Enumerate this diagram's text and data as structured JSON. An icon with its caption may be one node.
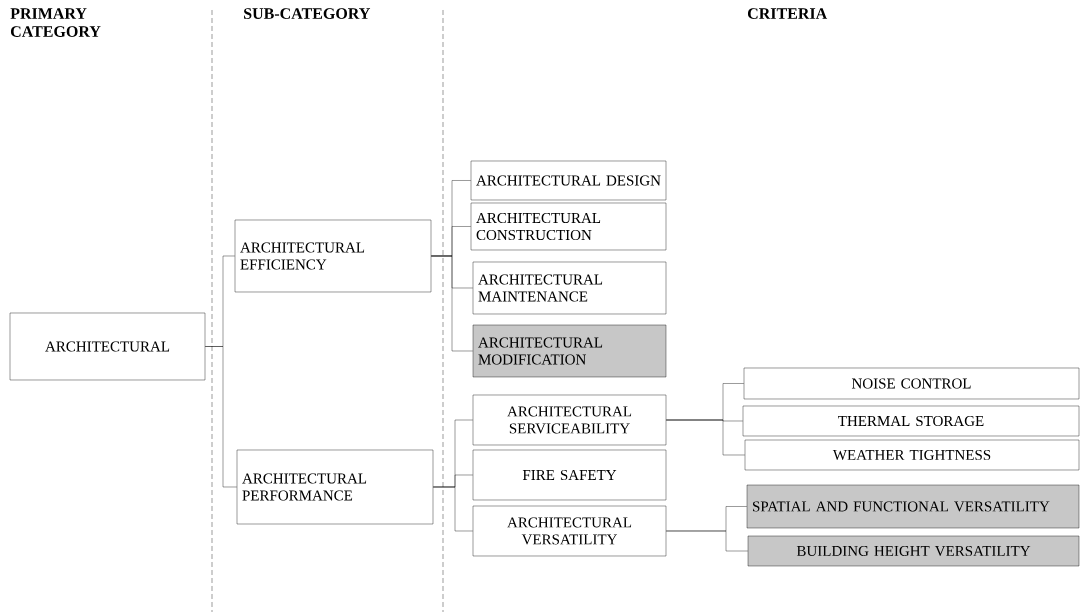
{
  "diagram": {
    "nodes": [
      {
        "text": [
          "ARCHITECTURAL"
        ]
      },
      {
        "text": [
          "ARCHITECTURAL EFFICIENCY"
        ]
      },
      {
        "text": [
          "ARCHITECTURAL PERFORMANCE"
        ]
      },
      {
        "text": [
          "ARCHITECTURAL DESIGN"
        ]
      },
      {
        "text": [
          "ARCHITECTURAL CONSTRUCTION"
        ]
      },
      {
        "text": [
          "ARCHITECTURAL MAINTENANCE"
        ]
      },
      {
        "text": [
          "ARCHITECTURAL MODIFICATION"
        ]
      },
      {
        "text": [
          "ARCHITECTURAL SERVICEABILITY"
        ]
      },
      {
        "text": [
          "FIRE SAFETY"
        ]
      },
      {
        "text": [
          "ARCHITECTURAL VERSATILITY"
        ]
      },
      {
        "text": [
          "NOISE CONTROL"
        ]
      },
      {
        "text": [
          "THERMAL STORAGE"
        ]
      },
      {
        "text": [
          "WEATHER TIGHTNESS"
        ]
      },
      {
        "text": [
          "SPATIAL AND FUNCTIONAL VERSATILITY"
        ]
      },
      {
        "text": [
          "BUILDING HEIGHT VERSATILITY"
        ]
      }
    ],
    "edges": [
      {
        "from": 0,
        "to": 1,
        "arrow": "none"
      },
      {
        "from": 0,
        "to": 2,
        "arrow": "none"
      },
      {
        "from": 1,
        "to": 3,
        "arrow": "none"
      },
      {
        "from": 1,
        "to": 4,
        "arrow": "none"
      },
      {
        "from": 1,
        "to": 5,
        "arrow": "none"
      },
      {
        "from": 1,
        "to": 6,
        "arrow": "none"
      },
      {
        "from": 2,
        "to": 7,
        "arrow": "none"
      },
      {
        "from": 2,
        "to": 8,
        "arrow": "none"
      },
      {
        "from": 2,
        "to": 9,
        "arrow": "none"
      },
      {
        "from": 7,
        "to": 10,
        "arrow": "none"
      },
      {
        "from": 7,
        "to": 11,
        "arrow": "none"
      },
      {
        "from": 7,
        "to": 12,
        "arrow": "none"
      },
      {
        "from": 9,
        "to": 13,
        "arrow": "none"
      },
      {
        "from": 9,
        "to": 14,
        "arrow": "none"
      }
    ],
    "labels": [
      "PRIMARY CATEGORY",
      "SUB-CATEGORY",
      "CRITERIA"
    ]
  }
}
